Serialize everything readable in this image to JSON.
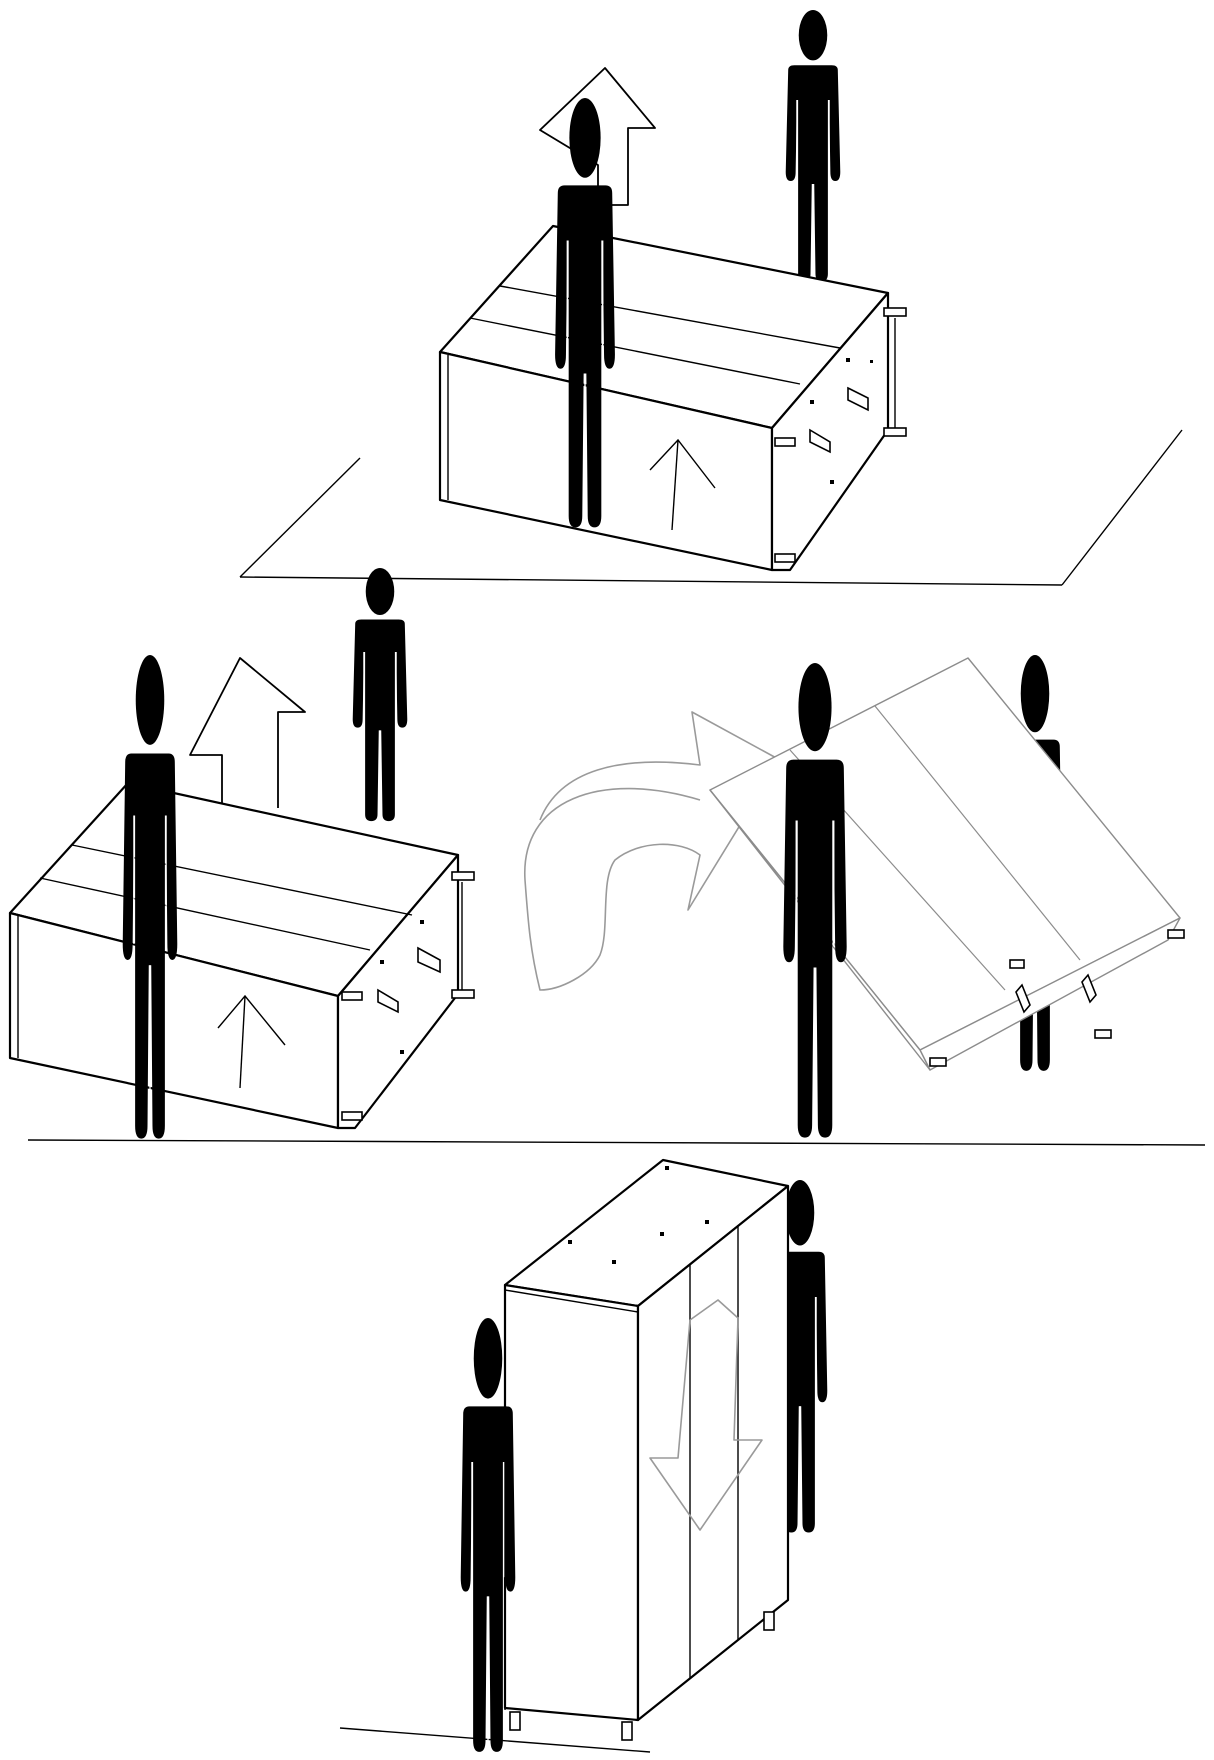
{
  "figure": {
    "steps": [
      {
        "name": "lift-cabinet-on-floor"
      },
      {
        "name": "carry-and-rotate-cabinet"
      },
      {
        "name": "stand-cabinet-upright"
      }
    ],
    "colors": {
      "figure": "#000000",
      "line": "#000000",
      "ghost": "#8c8c8c",
      "background": "#ffffff"
    }
  }
}
